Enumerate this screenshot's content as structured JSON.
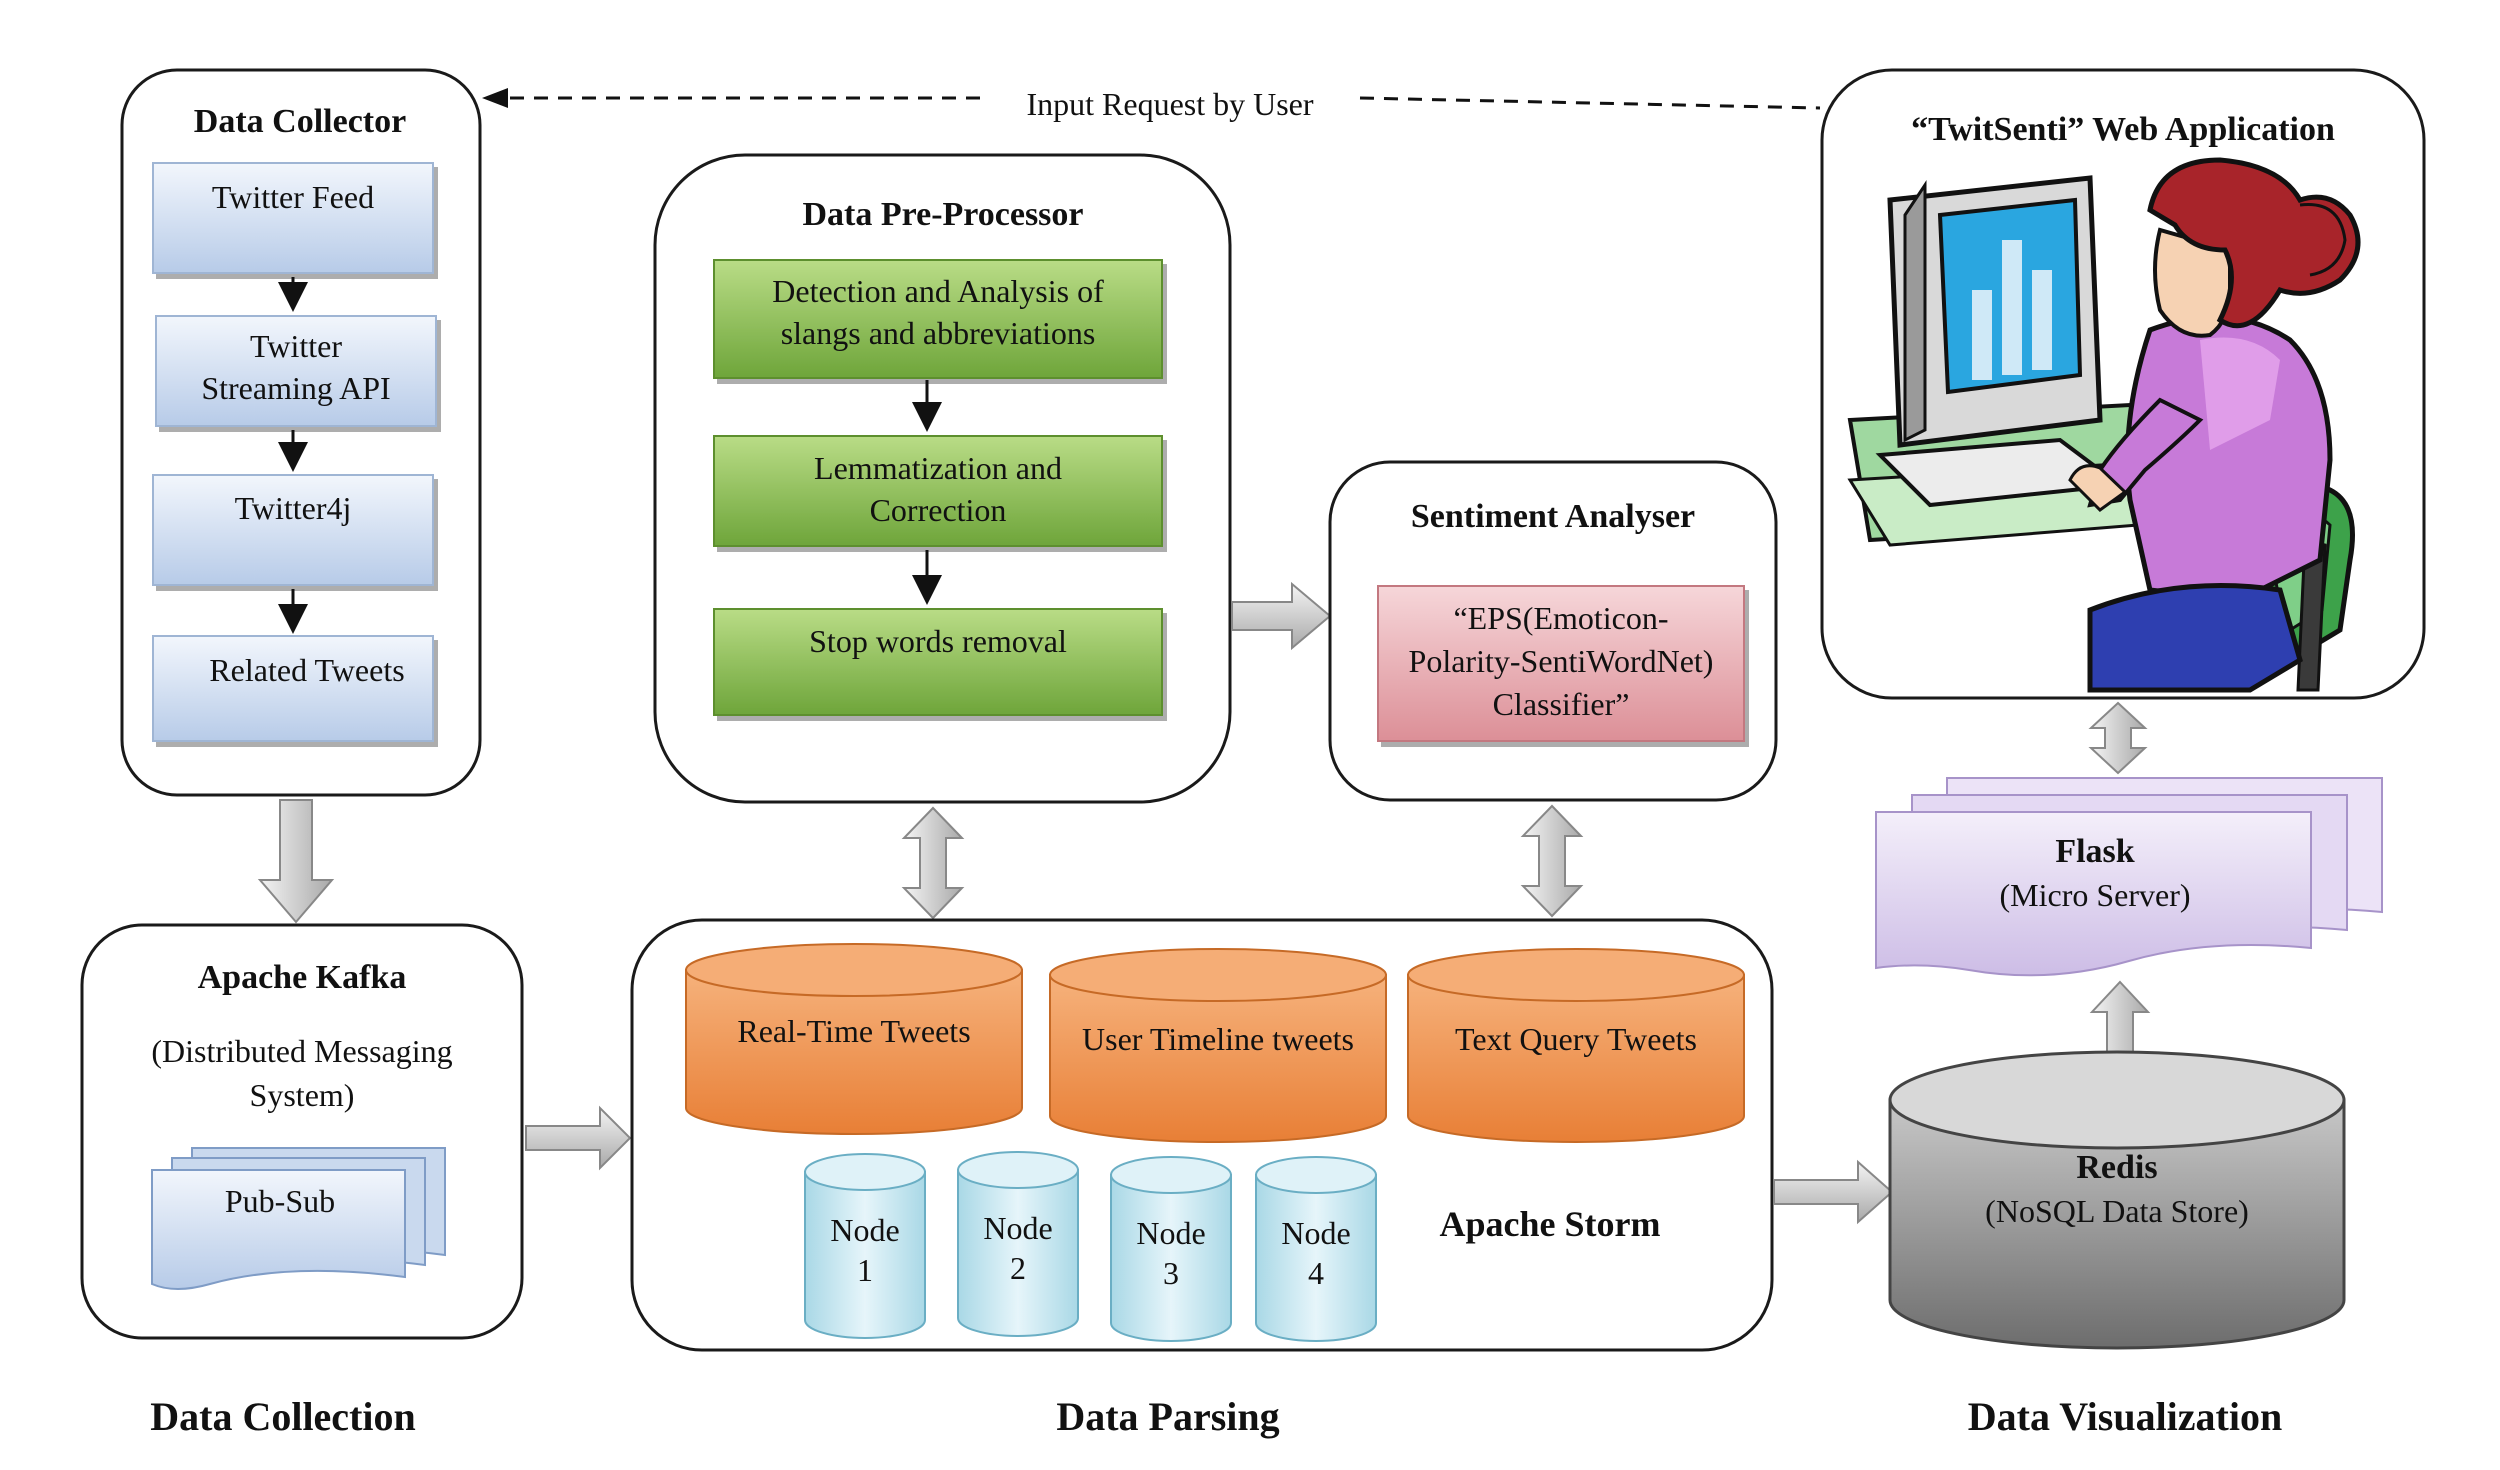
{
  "input_request_label": "Input Request by User",
  "collector": {
    "title": "Data Collector",
    "twitter_feed": "Twitter Feed",
    "streaming_api_line1": "Twitter",
    "streaming_api_line2": "Streaming API",
    "twitter4j": "Twitter4j",
    "related_tweets": "Related Tweets"
  },
  "kafka": {
    "title": "Apache Kafka",
    "subtitle_line1": "(Distributed Messaging",
    "subtitle_line2": "System)",
    "pubsub": "Pub-Sub"
  },
  "preprocessor": {
    "title": "Data Pre-Processor",
    "step1_line1": "Detection and Analysis of",
    "step1_line2": "slangs and abbreviations",
    "step2_line1": "Lemmatization and",
    "step2_line2": "Correction",
    "step3": "Stop words removal"
  },
  "sentiment": {
    "title": "Sentiment Analyser",
    "classifier_line1": "“EPS(Emoticon-",
    "classifier_line2": "Polarity-SentiWordNet)",
    "classifier_line3": "Classifier”"
  },
  "webapp": {
    "title": "“TwitSenti” Web Application"
  },
  "storm": {
    "title": "Apache Storm",
    "tweets": [
      "Real-Time Tweets",
      "User Timeline tweets",
      "Text Query Tweets"
    ],
    "nodes": [
      {
        "label": "Node",
        "number": "1"
      },
      {
        "label": "Node",
        "number": "2"
      },
      {
        "label": "Node",
        "number": "3"
      },
      {
        "label": "Node",
        "number": "4"
      }
    ]
  },
  "flask": {
    "title": "Flask",
    "subtitle": "(Micro Server)"
  },
  "redis": {
    "title": "Redis",
    "subtitle": "(NoSQL Data Store)"
  },
  "sections": {
    "collection": "Data Collection",
    "parsing": "Data Parsing",
    "visualization": "Data Visualization"
  },
  "colors": {
    "blue_box": "#c9d9ee",
    "green_box": "#8cbd4f",
    "pink_box": "#e6a7ad",
    "orange_cylinder": "#f09a55",
    "node_cylinder": "#bfe4ef",
    "flask_doc": "#dcd0ee",
    "redis_cylinder": "#9a9a9a"
  }
}
